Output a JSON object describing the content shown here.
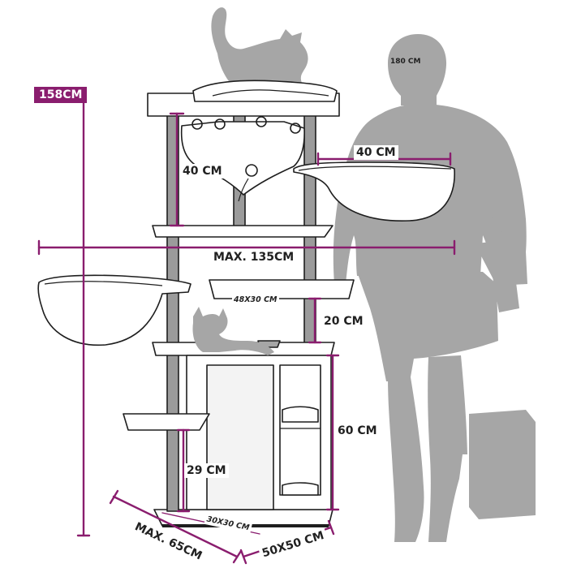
{
  "colors": {
    "accent": "#8a1d6e",
    "silhouette": "#a6a6a6",
    "text": "#212121",
    "furniture_fill": "#ffffff",
    "furniture_stroke": "#1e1e1e",
    "post": "#9b9b9b"
  },
  "labels": {
    "person_height": "180 CM",
    "total_height": "158CM",
    "top_hammock_height": "40 CM",
    "basket_width": "40 CM",
    "max_width": "MAX. 135CM",
    "platform_size": "48X30 CM",
    "platform_gap": "20 CM",
    "cabinet_height": "60 CM",
    "lower_step_height": "29 CM",
    "cabinet_base": "30X30 CM",
    "max_depth": "MAX. 65CM",
    "base_size": "50X50 CM"
  },
  "icons": [
    "cat-silhouette-icon",
    "kitten-silhouette-icon",
    "person-silhouette-icon",
    "toy-icon"
  ]
}
